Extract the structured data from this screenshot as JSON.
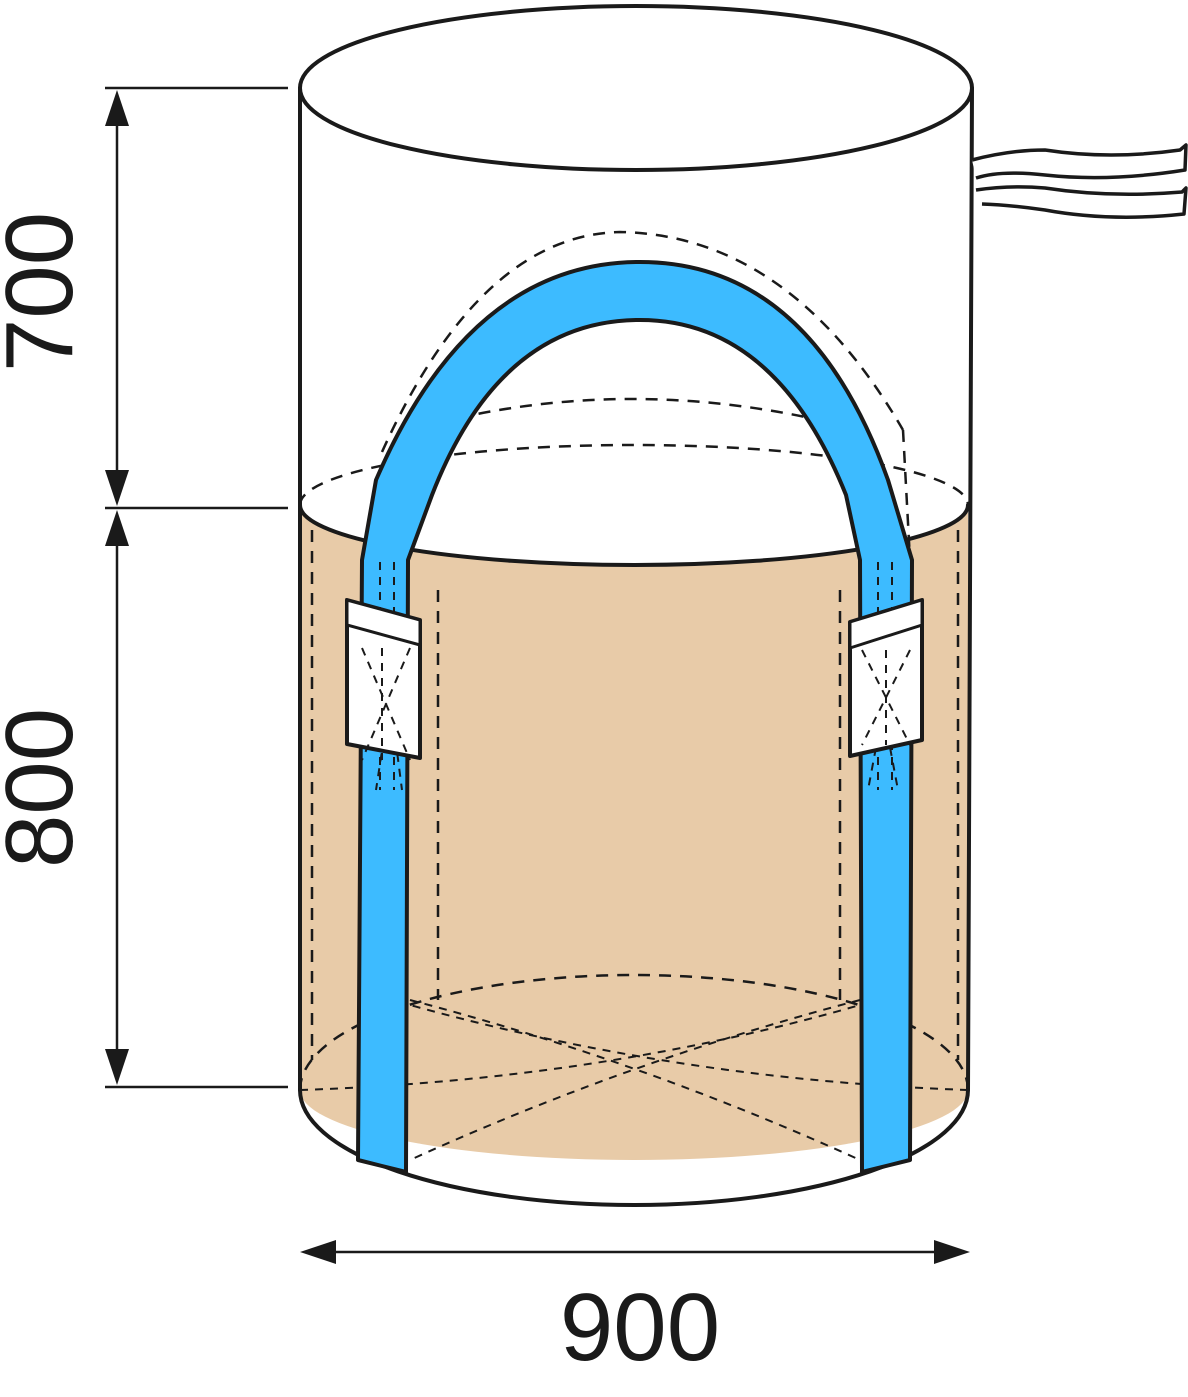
{
  "dimensions": {
    "top_height": "700",
    "bottom_height": "800",
    "width": "900"
  },
  "colors": {
    "fabric_fill": "#E8CBA8",
    "belt_fill": "#3DBBFF",
    "outline": "#1A1A1A",
    "background": "#FFFFFF"
  },
  "icons": {
    "arrow_style": "filled-triangle-arrowheads"
  }
}
